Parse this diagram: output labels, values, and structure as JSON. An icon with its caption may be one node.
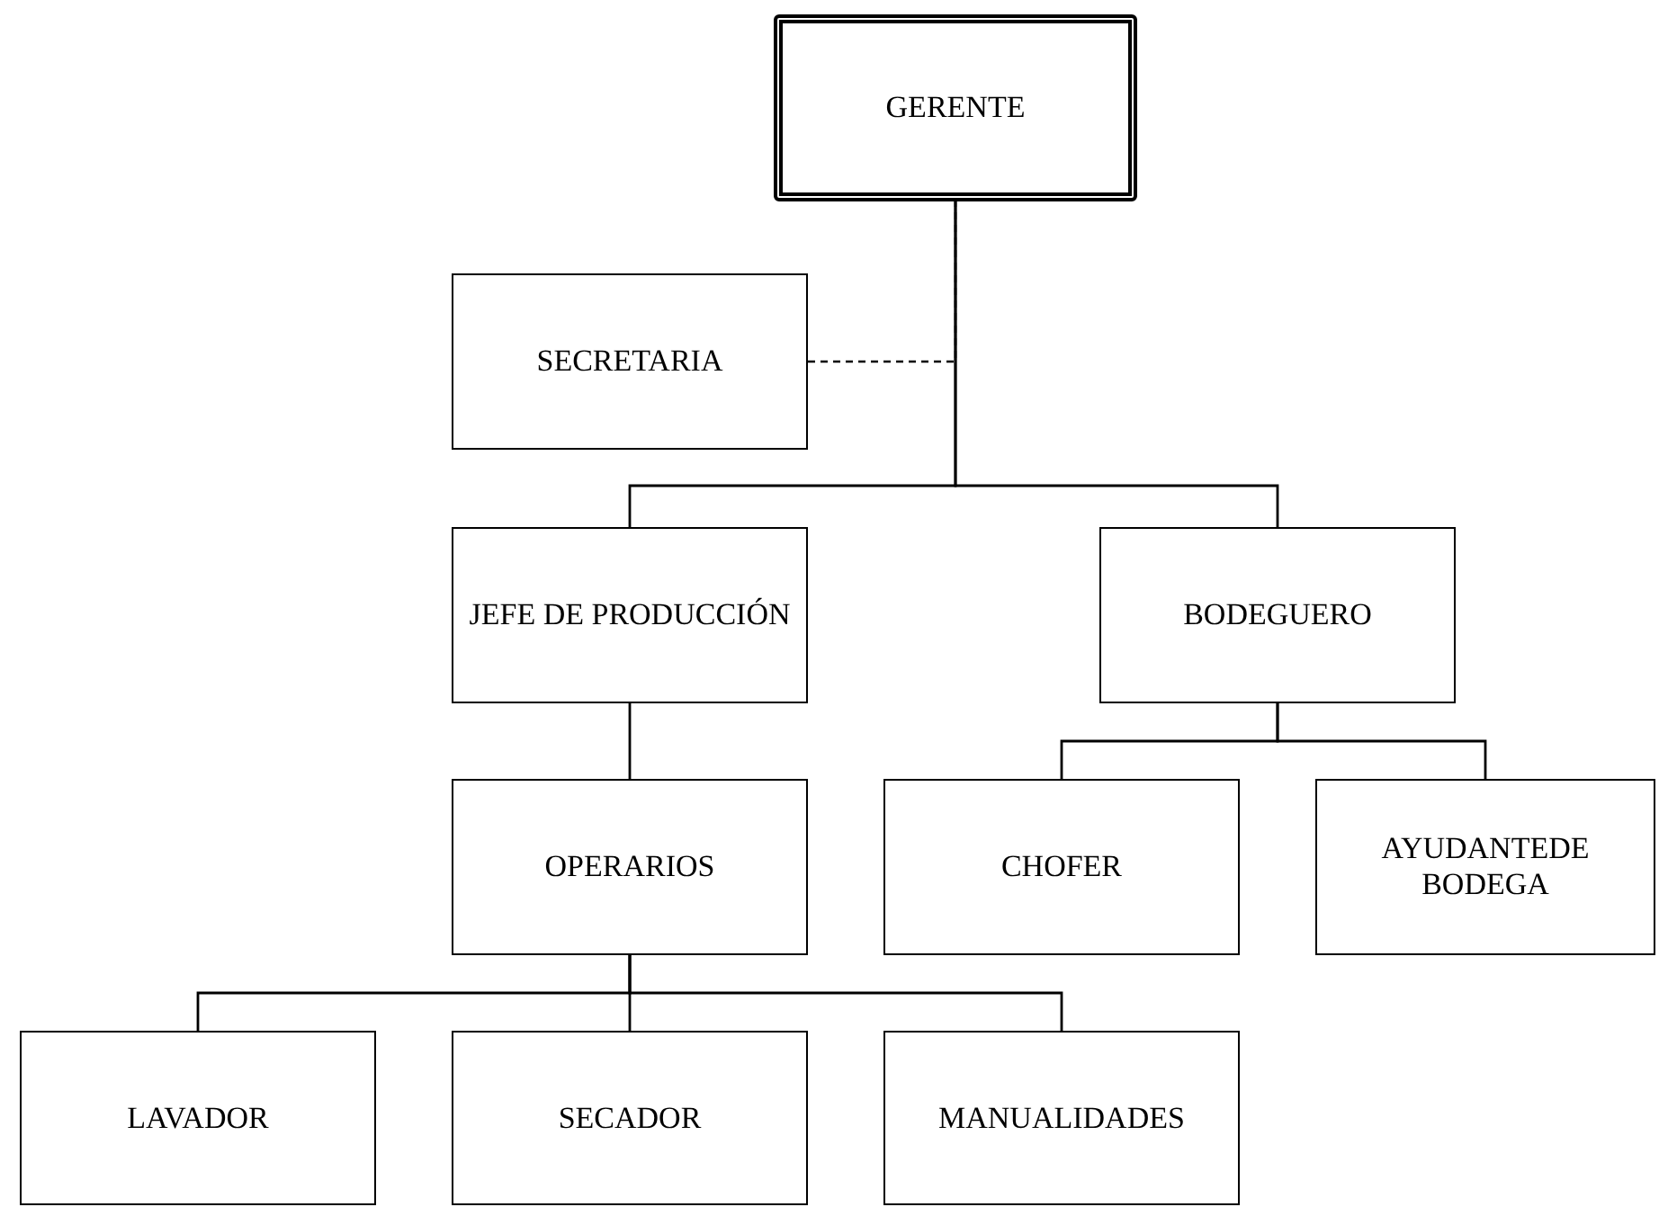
{
  "diagram": {
    "nodes": [
      {
        "text": [
          "GERENTE"
        ]
      },
      {
        "text": [
          "SECRETARIA"
        ]
      },
      {
        "text": [
          "JEFE DE PRODUCCIÓN"
        ]
      },
      {
        "text": [
          "BODEGUERO"
        ]
      },
      {
        "text": [
          "OPERARIOS"
        ]
      },
      {
        "text": [
          "CHOFER"
        ]
      },
      {
        "text": [
          "AYUDANTEDE BODEGA"
        ]
      },
      {
        "text": [
          "LAVADOR"
        ]
      },
      {
        "text": [
          "SECADOR"
        ]
      },
      {
        "text": [
          "MANUALIDADES"
        ]
      }
    ],
    "edges": [
      {
        "from": 1,
        "to": 0,
        "arrow": "none",
        "style": "dashed"
      },
      {
        "from": 0,
        "to": 2,
        "arrow": "none"
      },
      {
        "from": 0,
        "to": 3,
        "arrow": "none"
      },
      {
        "from": 2,
        "to": 4,
        "arrow": "none"
      },
      {
        "from": 3,
        "to": 5,
        "arrow": "none"
      },
      {
        "from": 3,
        "to": 6,
        "arrow": "none"
      },
      {
        "from": 4,
        "to": 7,
        "arrow": "none"
      },
      {
        "from": 4,
        "to": 8,
        "arrow": "none"
      },
      {
        "from": 4,
        "to": 9,
        "arrow": "none"
      }
    ]
  }
}
